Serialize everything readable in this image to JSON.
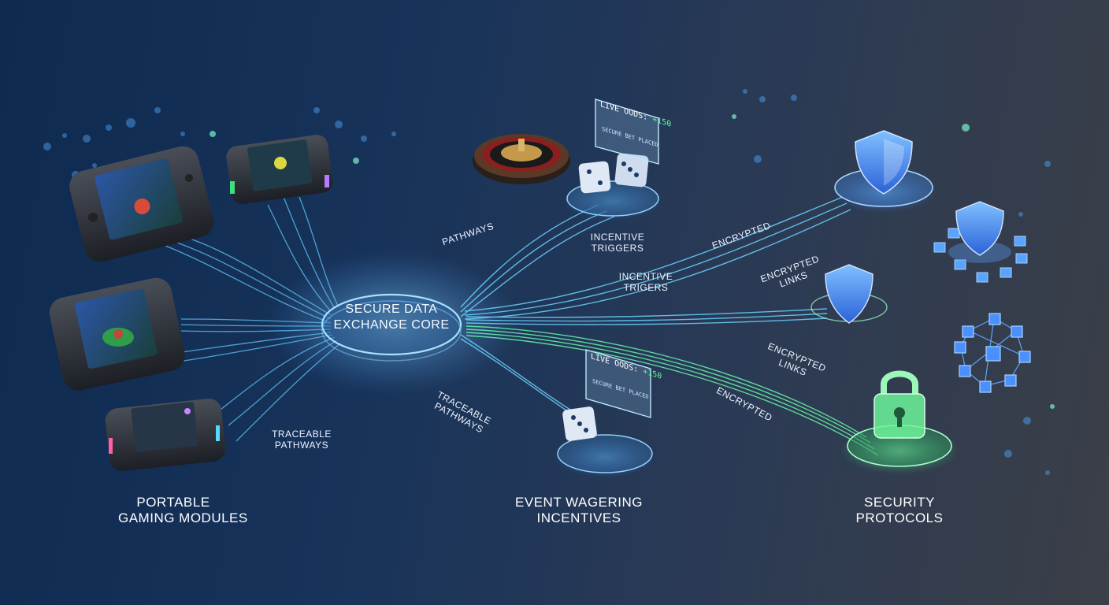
{
  "groups": {
    "left": {
      "line1": "PORTABLE",
      "line2": "GAMING MODULES"
    },
    "center": {
      "line1": "EVENT WAGERING",
      "line2": "INCENTIVES"
    },
    "right": {
      "line1": "SECURITY",
      "line2": "PROTOCOLS"
    }
  },
  "core": {
    "line1": "SECURE DATA",
    "line2": "EXCHANGE CORE"
  },
  "flow_labels": {
    "pathways": "PATHWAYS",
    "traceable_left_1": "TRACEABLE",
    "traceable_left_2": "PATHWAYS",
    "traceable_center_1": "TRACEABLE",
    "traceable_center_2": "PATHWAYS",
    "incentive_top_1": "INCENTIVE",
    "incentive_top_2": "TRIGGERS",
    "incentive_mid_1": "INCENTIVE",
    "incentive_mid_2": "TRIGERS",
    "encrypted_top": "ENCRYPTED",
    "encrypted_links_1_a": "ENCRYPTED",
    "encrypted_links_1_b": "LINKS",
    "encrypted_links_2_a": "ENCRYPTED",
    "encrypted_links_2_b": "LINKS",
    "encrypted_bottom": "ENCRYPTED"
  },
  "odds_screens": {
    "top": {
      "label": "LIVE OODS:",
      "value": "+150",
      "sub": "SECURE BET PLACED"
    },
    "bottom": {
      "label": "LIVE OODS:",
      "value": "+150",
      "sub": "SECURE BET PLACED"
    }
  },
  "colors": {
    "stream_blue": "#5ec8ff",
    "stream_green": "#6dffb0",
    "shield_blue": "#3f8cff",
    "lock_green": "#6cf39a"
  }
}
